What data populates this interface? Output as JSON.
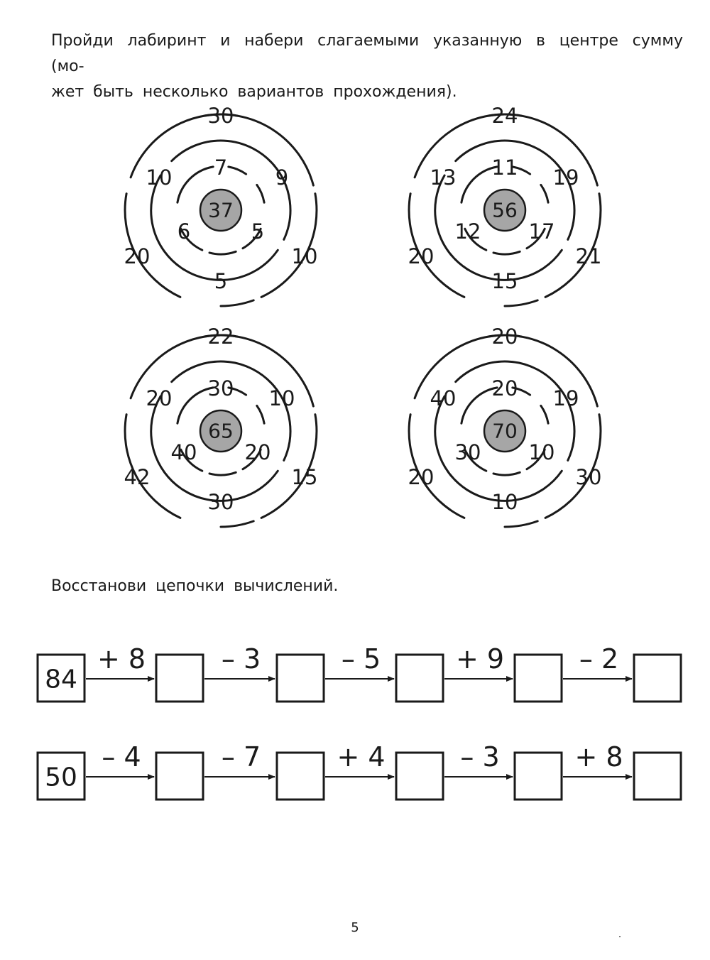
{
  "page": {
    "instruction_maze": "Пройди лабиринт и набери слагаемыми указанную в центре сумму (мо-",
    "instruction_maze_line2": "жет быть несколько вариантов прохождения).",
    "instruction_chain": "Восстанови цепочки вычислений.",
    "page_number": "5"
  },
  "colors": {
    "ink": "#1a1a1a",
    "center_fill": "#a6a6a6",
    "paper": "#ffffff"
  },
  "mazes": [
    {
      "center": "37",
      "outer": {
        "top": "30",
        "left": "20",
        "right": "10",
        "bottom": "5"
      },
      "middle": {
        "left": "10",
        "right": "9"
      },
      "inner": {
        "top": "7",
        "left": "6",
        "right": "5"
      }
    },
    {
      "center": "56",
      "outer": {
        "top": "24",
        "left": "20",
        "right": "21",
        "bottom": "15"
      },
      "middle": {
        "left": "13",
        "right": "19"
      },
      "inner": {
        "top": "11",
        "left": "12",
        "right": "17"
      }
    },
    {
      "center": "65",
      "outer": {
        "top": "22",
        "left": "42",
        "right": "15",
        "bottom": "30"
      },
      "middle": {
        "left": "20",
        "right": "10"
      },
      "inner": {
        "top": "30",
        "left": "40",
        "right": "20"
      }
    },
    {
      "center": "70",
      "outer": {
        "top": "20",
        "left": "20",
        "right": "30",
        "bottom": "10"
      },
      "middle": {
        "left": "40",
        "right": "19"
      },
      "inner": {
        "top": "20",
        "left": "30",
        "right": "10"
      }
    }
  ],
  "chains": [
    {
      "start": "84",
      "ops": [
        "+ 8",
        "– 3",
        "– 5",
        "+ 9",
        "– 2"
      ]
    },
    {
      "start": "50",
      "ops": [
        "– 4",
        "– 7",
        "+ 4",
        "– 3",
        "+ 8"
      ]
    }
  ]
}
